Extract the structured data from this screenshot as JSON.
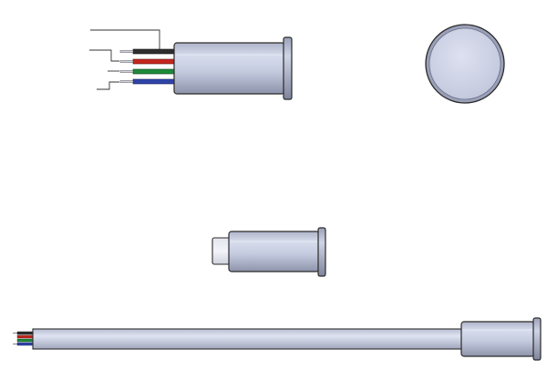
{
  "drawing": {
    "views": [
      {
        "name": "side-view-with-wires"
      },
      {
        "name": "end-view"
      },
      {
        "name": "side-view-stub"
      },
      {
        "name": "side-view-long"
      }
    ],
    "wire_colors": {
      "black": "#2e2e2e",
      "red": "#c5261f",
      "green": "#1f8a3a",
      "blue": "#2f44a8"
    },
    "body_color": "#c9cfe2",
    "outline_color": "#2b2b2b",
    "leader_color": "#333333"
  }
}
